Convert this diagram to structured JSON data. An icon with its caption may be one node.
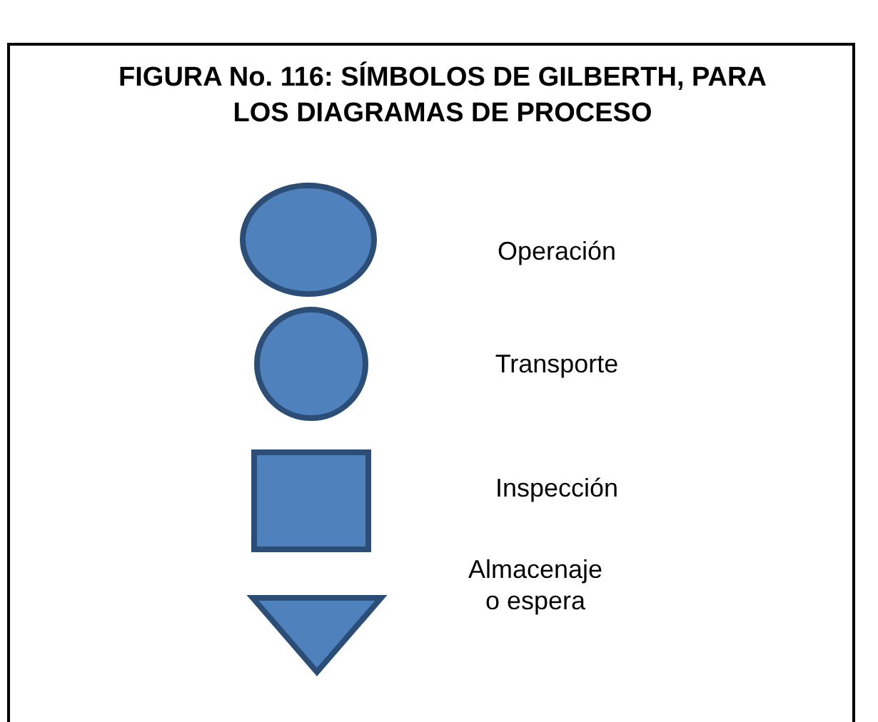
{
  "diagram": {
    "title": "FIGURA No. 116: SÍMBOLOS DE GILBERTH, PARA LOS DIAGRAMAS DE PROCESO",
    "nodes": [
      {
        "text": [],
        "shape": "ellipse"
      },
      {
        "text": [],
        "shape": "circle"
      },
      {
        "text": [],
        "shape": "box"
      },
      {
        "text": [],
        "shape": "triangle"
      }
    ],
    "labels": [
      "Operación",
      "Transporte",
      "Inspección",
      "Almacenaje o espera"
    ]
  }
}
